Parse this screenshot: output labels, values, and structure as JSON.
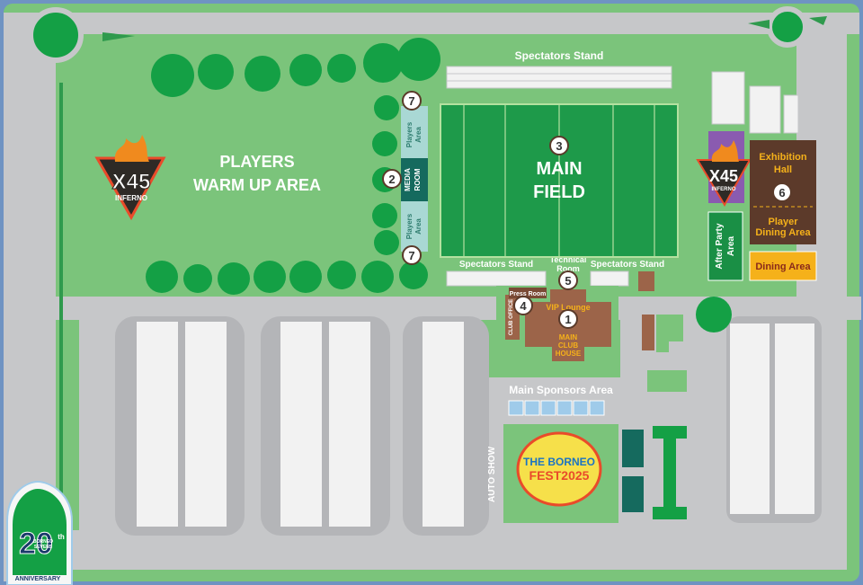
{
  "zones": {
    "warmup_line1": "PLAYERS",
    "warmup_line2": "WARM UP AREA",
    "main_field_line1": "MAIN",
    "main_field_line2": "FIELD",
    "spectators_top": "Spectators Stand",
    "spectators_left": "Spectators Stand",
    "spectators_right": "Spectators Stand",
    "technical_room_line1": "Technical",
    "technical_room_line2": "Room",
    "players_area_top_line1": "Players",
    "players_area_top_line2": "Area",
    "media_room_line1": "MEDIA",
    "media_room_line2": "ROOM",
    "players_area_bottom_line1": "Players",
    "players_area_bottom_line2": "Area",
    "press_room": "Press Room",
    "club_office": "CLUB OFFICE",
    "vip_lounge": "VIP Lounge",
    "clubhouse_line1": "MAIN",
    "clubhouse_line2": "CLUB",
    "clubhouse_line3": "HOUSE",
    "exhibition_line1": "Exhibition",
    "exhibition_line2": "Hall",
    "player_dining_line1": "Player",
    "player_dining_line2": "Dining Area",
    "dining_area": "Dining Area",
    "after_party_line1": "After Party",
    "after_party_line2": "Area",
    "main_sponsors": "Main Sponsors Area",
    "auto_show": "AUTO SHOW"
  },
  "markers": [
    "1",
    "2",
    "3",
    "4",
    "5",
    "6",
    "7",
    "7"
  ],
  "logos": {
    "inferno_main": "X45",
    "inferno_sub": "INFERNO",
    "fest_line1": "THE BORNEO",
    "fest_line2": "FEST2025",
    "anniv_number": "20",
    "anniv_th": "th",
    "anniv_brand_line1": "BORNEO",
    "anniv_brand_line2": "SEVENS",
    "anniv_caption": "ANNIVERSARY"
  },
  "colors": {
    "grass": "#7bc47b",
    "road": "#c6c7c9",
    "pitch": "#1e9a4a",
    "trees": "#14a045",
    "media_room": "#156a5e",
    "players_area": "#a9d8d4",
    "clubhouse": "#9c6449",
    "exhibition": "#5c3a2a",
    "after_party": "#1a8f45",
    "dining": "#f5b11a",
    "sponsor_tiles": "#9fcbea"
  }
}
